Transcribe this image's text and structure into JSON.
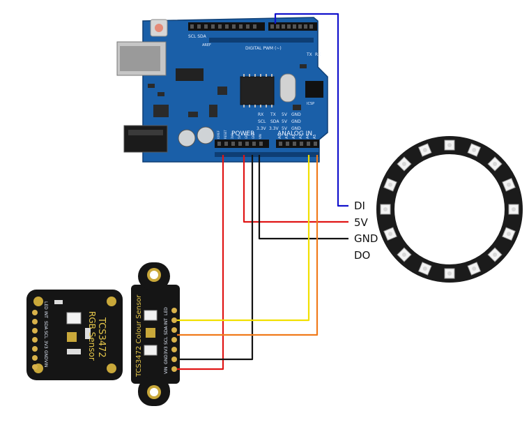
{
  "arduino": {
    "power_label": "POWER",
    "analog_label": "ANALOG IN",
    "digital_label": "DIGITAL PWM (~)",
    "scl_label": "SCL SDA",
    "aref_label": "AREF",
    "tx_label": "TX",
    "rx_label": "RX",
    "icsp_label": "ICSP",
    "header_rx": "RX",
    "header_tx": "TX",
    "header_5v": "5V",
    "header_gnd": "GND",
    "header_scl": "SCL",
    "header_sda": "SDA",
    "header_33v": "3.3V",
    "power_pins": [
      "IOREF",
      "RESET",
      "3V3",
      "5V",
      "GND",
      "GND",
      "VIN"
    ],
    "analog_pins": [
      "A0",
      "A1",
      "A2",
      "A3",
      "A4",
      "A5"
    ]
  },
  "ring_labels": {
    "di": "DI",
    "v5": "5V",
    "gnd": "GND",
    "do": "DO"
  },
  "sensor_left": {
    "title": "TCS3472",
    "subtitle": "RGB Sensor",
    "pins": [
      "LED",
      "INT",
      "SDA",
      "SCL",
      "3V3",
      "GND",
      "VIN"
    ]
  },
  "sensor_right": {
    "title": "TCS3472 Colour Sensor",
    "pins": [
      "VIN",
      "GND",
      "3V3",
      "SCL",
      "SDA",
      "INT",
      "LED"
    ]
  },
  "colors": {
    "board_blue": "#1a5fa8",
    "wire_red": "#e01515",
    "wire_black": "#111111",
    "wire_yellow": "#f2df00",
    "wire_orange": "#f07a1a",
    "wire_blue": "#1111cc",
    "ring_black": "#1b1b1b"
  }
}
